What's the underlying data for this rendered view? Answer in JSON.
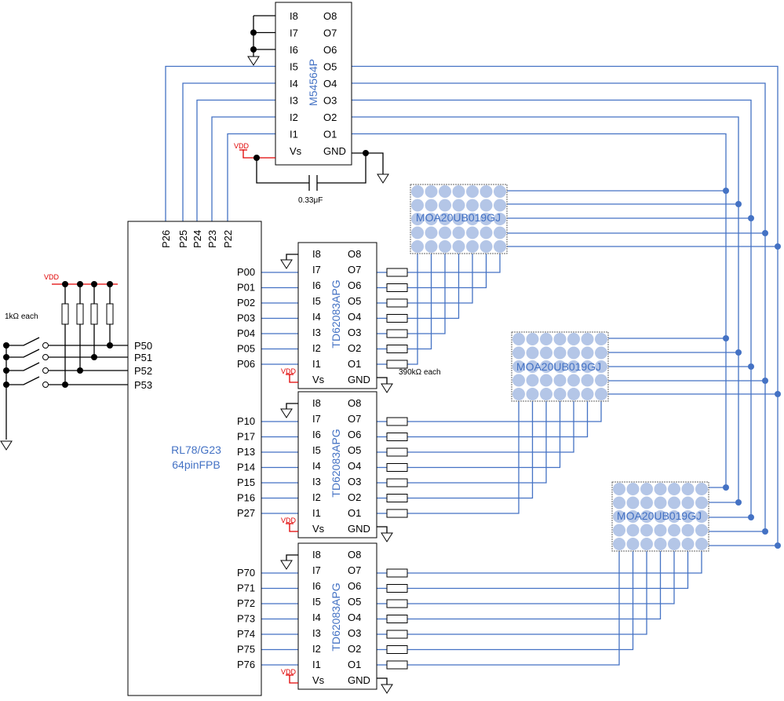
{
  "colors": {
    "wire": "#4472c4",
    "led": "#b4c6e7",
    "vdd": "#e00000"
  },
  "driver_ic": {
    "name": "M54564P",
    "left_pins": [
      "I8",
      "I7",
      "I6",
      "I5",
      "I4",
      "I3",
      "I2",
      "I1",
      "Vs"
    ],
    "right_pins": [
      "O8",
      "O7",
      "O6",
      "O5",
      "O4",
      "O3",
      "O2",
      "O1",
      "GND"
    ],
    "vdd_label": "VDD",
    "cap_label": "0.33μF"
  },
  "mcu": {
    "line1": "RL78/G23",
    "line2": "64pinFPB",
    "top_pins": [
      "P26",
      "P25",
      "P24",
      "P23",
      "P22"
    ],
    "switch_pins": [
      "P50",
      "P51",
      "P52",
      "P53"
    ]
  },
  "switches": {
    "vdd_label": "VDD",
    "resistor_label": "1kΩ each"
  },
  "sink_ics": [
    {
      "name": "TD62083APG",
      "ports": [
        "P00",
        "P01",
        "P02",
        "P03",
        "P04",
        "P05",
        "P06"
      ]
    },
    {
      "name": "TD62083APG",
      "ports": [
        "P10",
        "P17",
        "P13",
        "P14",
        "P15",
        "P16",
        "P27"
      ]
    },
    {
      "name": "TD62083APG",
      "ports": [
        "P70",
        "P71",
        "P72",
        "P73",
        "P74",
        "P75",
        "P76"
      ]
    }
  ],
  "sink_pins": {
    "left": [
      "I8",
      "I7",
      "I6",
      "I5",
      "I4",
      "I3",
      "I2",
      "I1",
      "Vs"
    ],
    "right": [
      "O8",
      "O7",
      "O6",
      "O5",
      "O4",
      "O3",
      "O2",
      "O1",
      "GND"
    ],
    "vdd_label": "VDD"
  },
  "resistor_note": "390kΩ each",
  "matrices": [
    {
      "name": "MOA20UB019GJ"
    },
    {
      "name": "MOA20UB019GJ"
    },
    {
      "name": "MOA20UB019GJ"
    }
  ]
}
